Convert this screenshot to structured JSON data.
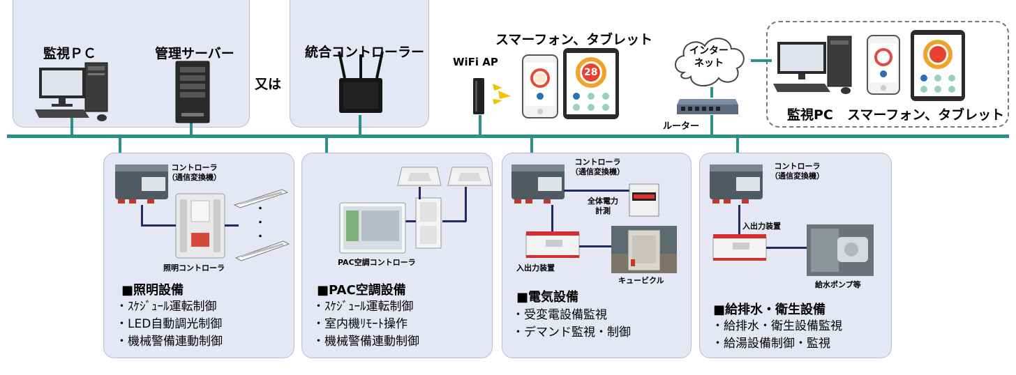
{
  "top": {
    "monitor_pc": "監視ＰＣ",
    "mgmt_server": "管理サーバー",
    "or_text": "又は",
    "integrated_controller": "統合コントローラー",
    "wifi_ap": "WiFi AP",
    "smartphone_tablet": "スマーフォン、タブレット",
    "internet": "インター\nネット",
    "router": "ルーター",
    "remote_pc": "監視PC",
    "remote_smartphone_tablet": "スマーフォン、タブレット",
    "tablet_temp": "28"
  },
  "lighting": {
    "controller": "コントローラ\n（通信変換機）",
    "lighting_controller": "照明コントローラ",
    "dots": "・\n・\n・",
    "title": "■照明設備",
    "items": [
      "・ｽｹｼﾞｭｰﾙ運転制御",
      "・LED自動調光制御",
      "・機械警備連動制御"
    ]
  },
  "pac": {
    "controller": "PAC空調コントローラ",
    "title": "■PAC空調設備",
    "items": [
      "・ｽｹｼﾞｭｰﾙ運転制御",
      "・室内機ﾘﾓｰﾄ操作",
      "・機械警備連動制御"
    ]
  },
  "electric": {
    "controller": "コントローラ\n（通信変換機）",
    "power_meter": "全体電力\n計測",
    "io": "入出力装置",
    "cubicle": "キュービクル",
    "title": "■電気設備",
    "items": [
      "・受変電設備監視",
      "・デマンド監視・制御"
    ]
  },
  "water": {
    "controller": "コントローラ\n（通信変換機）",
    "io": "入出力装置",
    "pump": "給水ポンプ等",
    "title": "■給排水・衛生設備",
    "items": [
      "・給排水・衛生設備監視",
      "・給湯設備制御・監視"
    ]
  }
}
